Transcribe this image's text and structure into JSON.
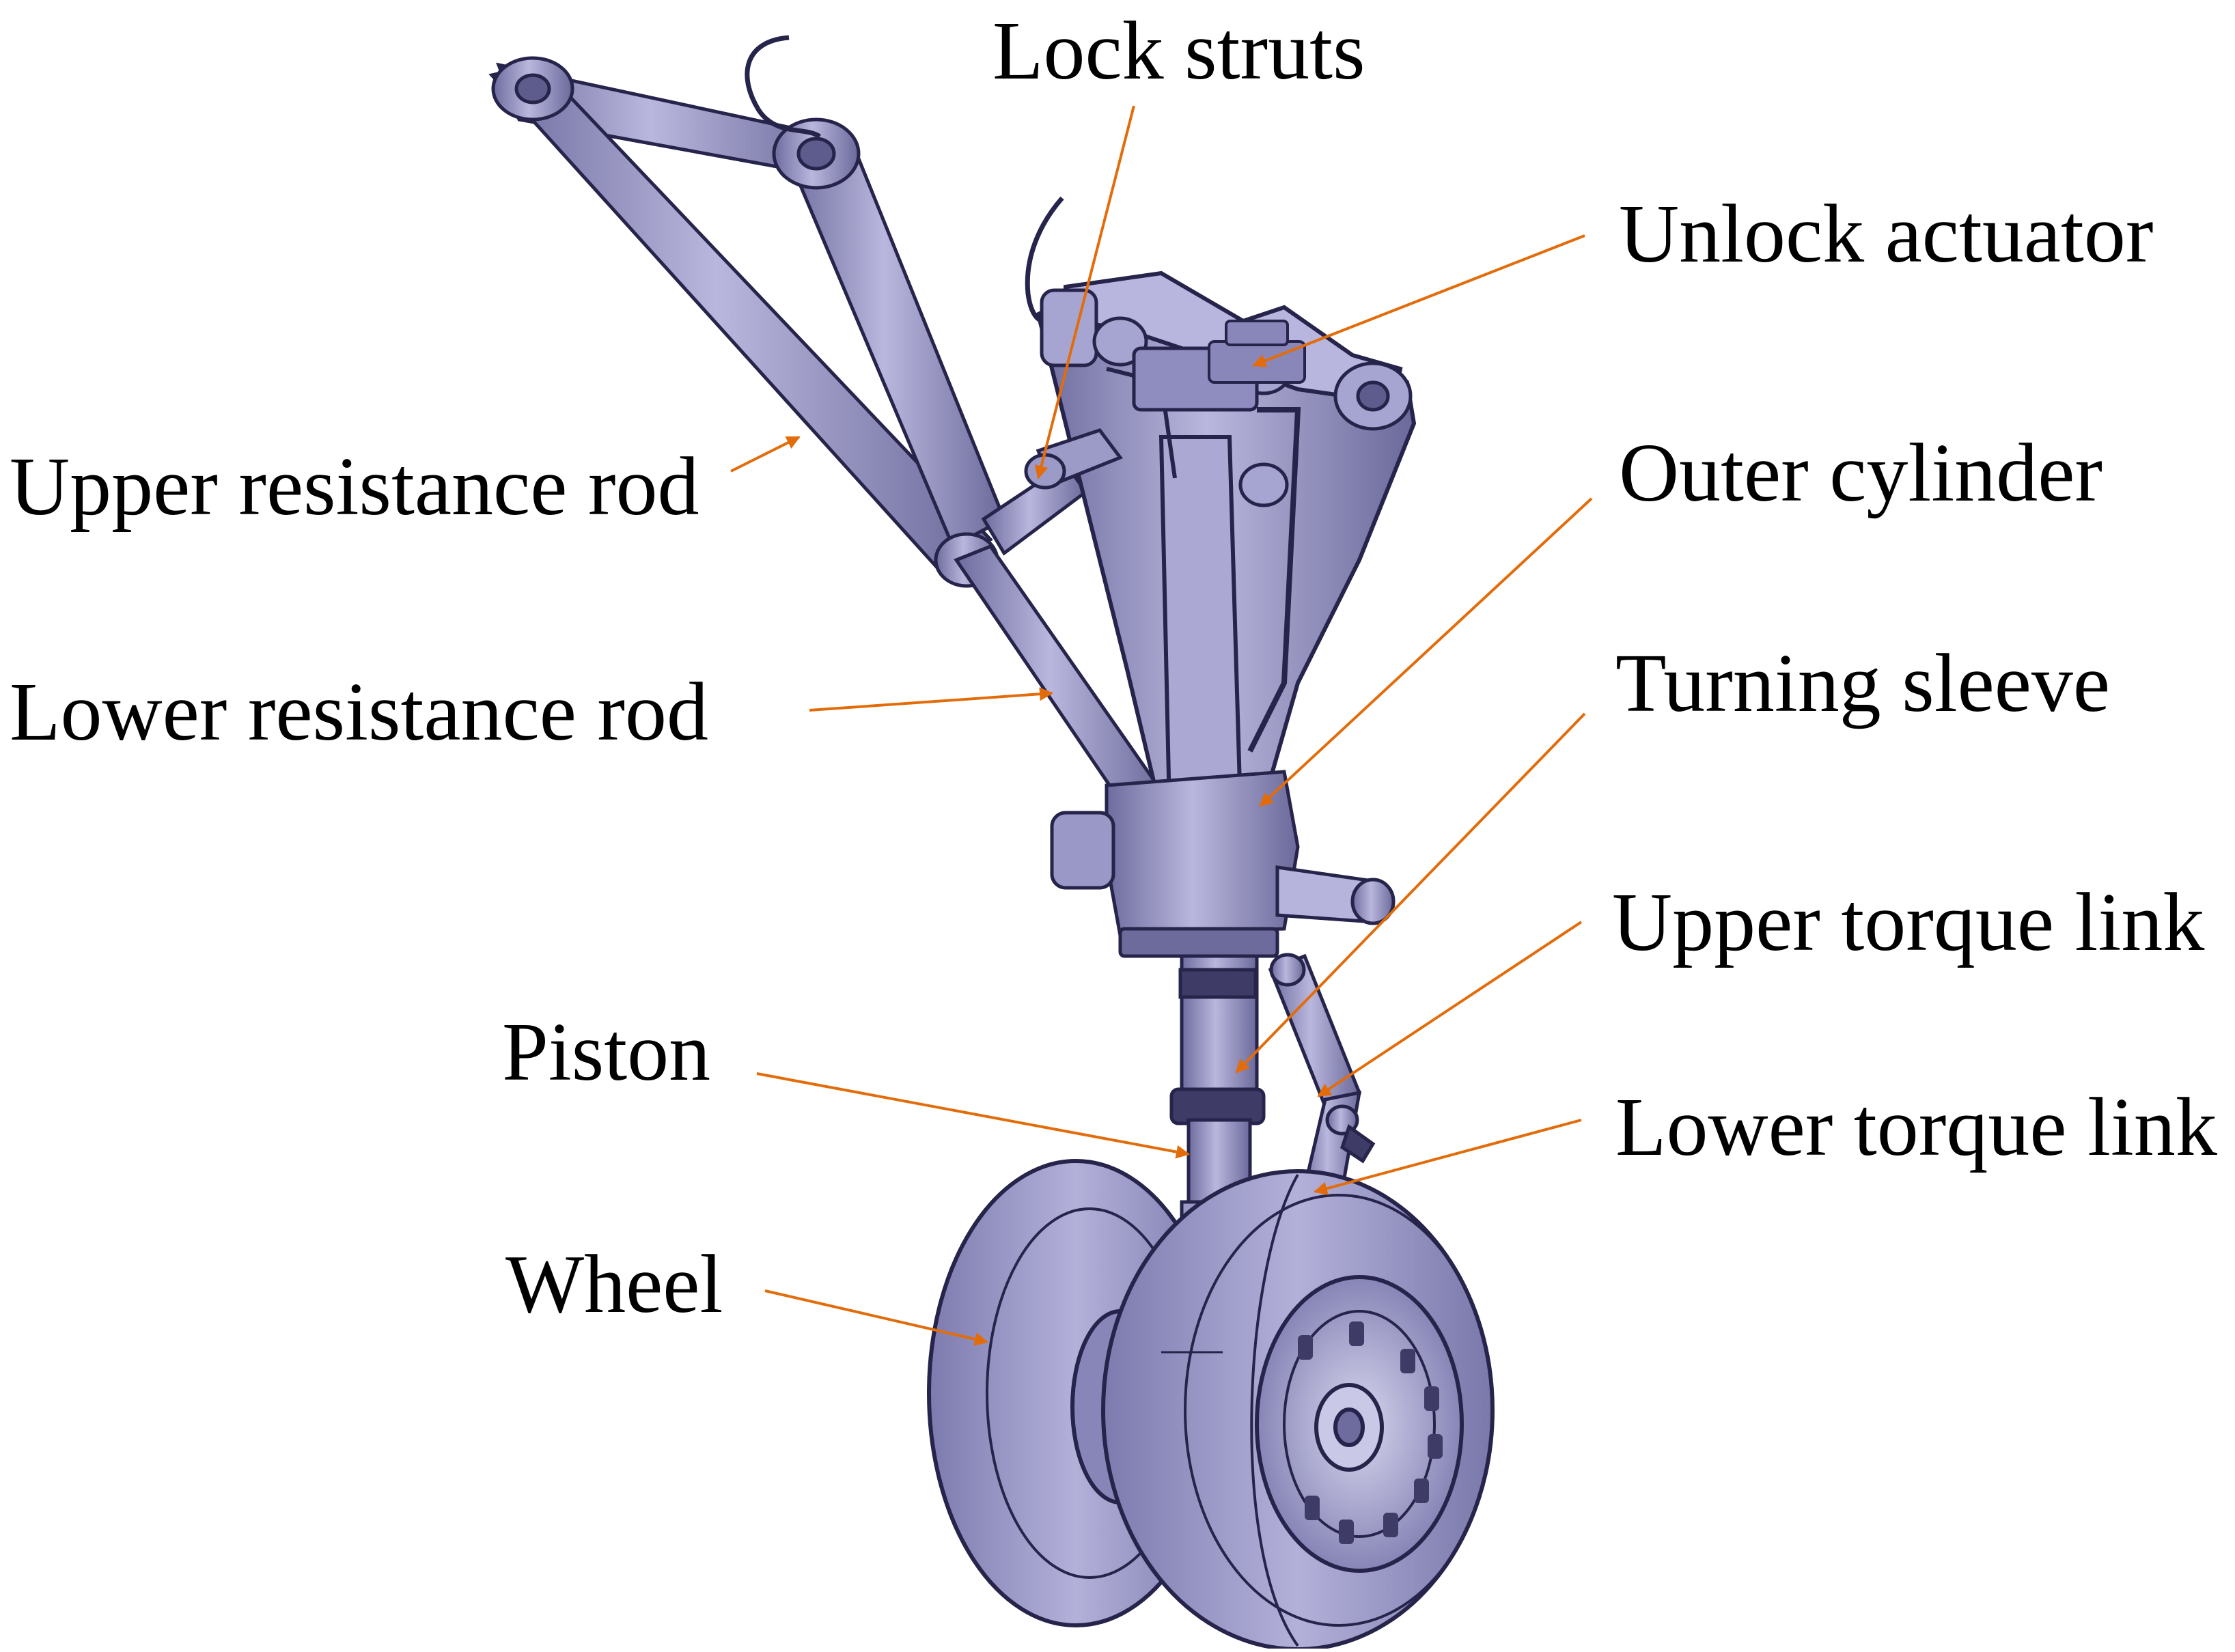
{
  "colors": {
    "leader": "#E36C0A",
    "metal": "#9C9AC7",
    "metal_light": "#CBCAE6",
    "metal_dark": "#5E5C8C",
    "outline": "#26244A",
    "text": "#000000"
  },
  "labels": {
    "lock_struts": "Lock struts",
    "unlock_actuator": "Unlock actuator",
    "upper_resistance_rod": "Upper resistance rod",
    "outer_cylinder": "Outer cylinder",
    "lower_resistance_rod": "Lower resistance rod",
    "turning_sleeve": "Turning sleeve",
    "upper_torque_link": "Upper torque link",
    "piston": "Piston",
    "lower_torque_link": "Lower torque link",
    "wheel": "Wheel"
  }
}
